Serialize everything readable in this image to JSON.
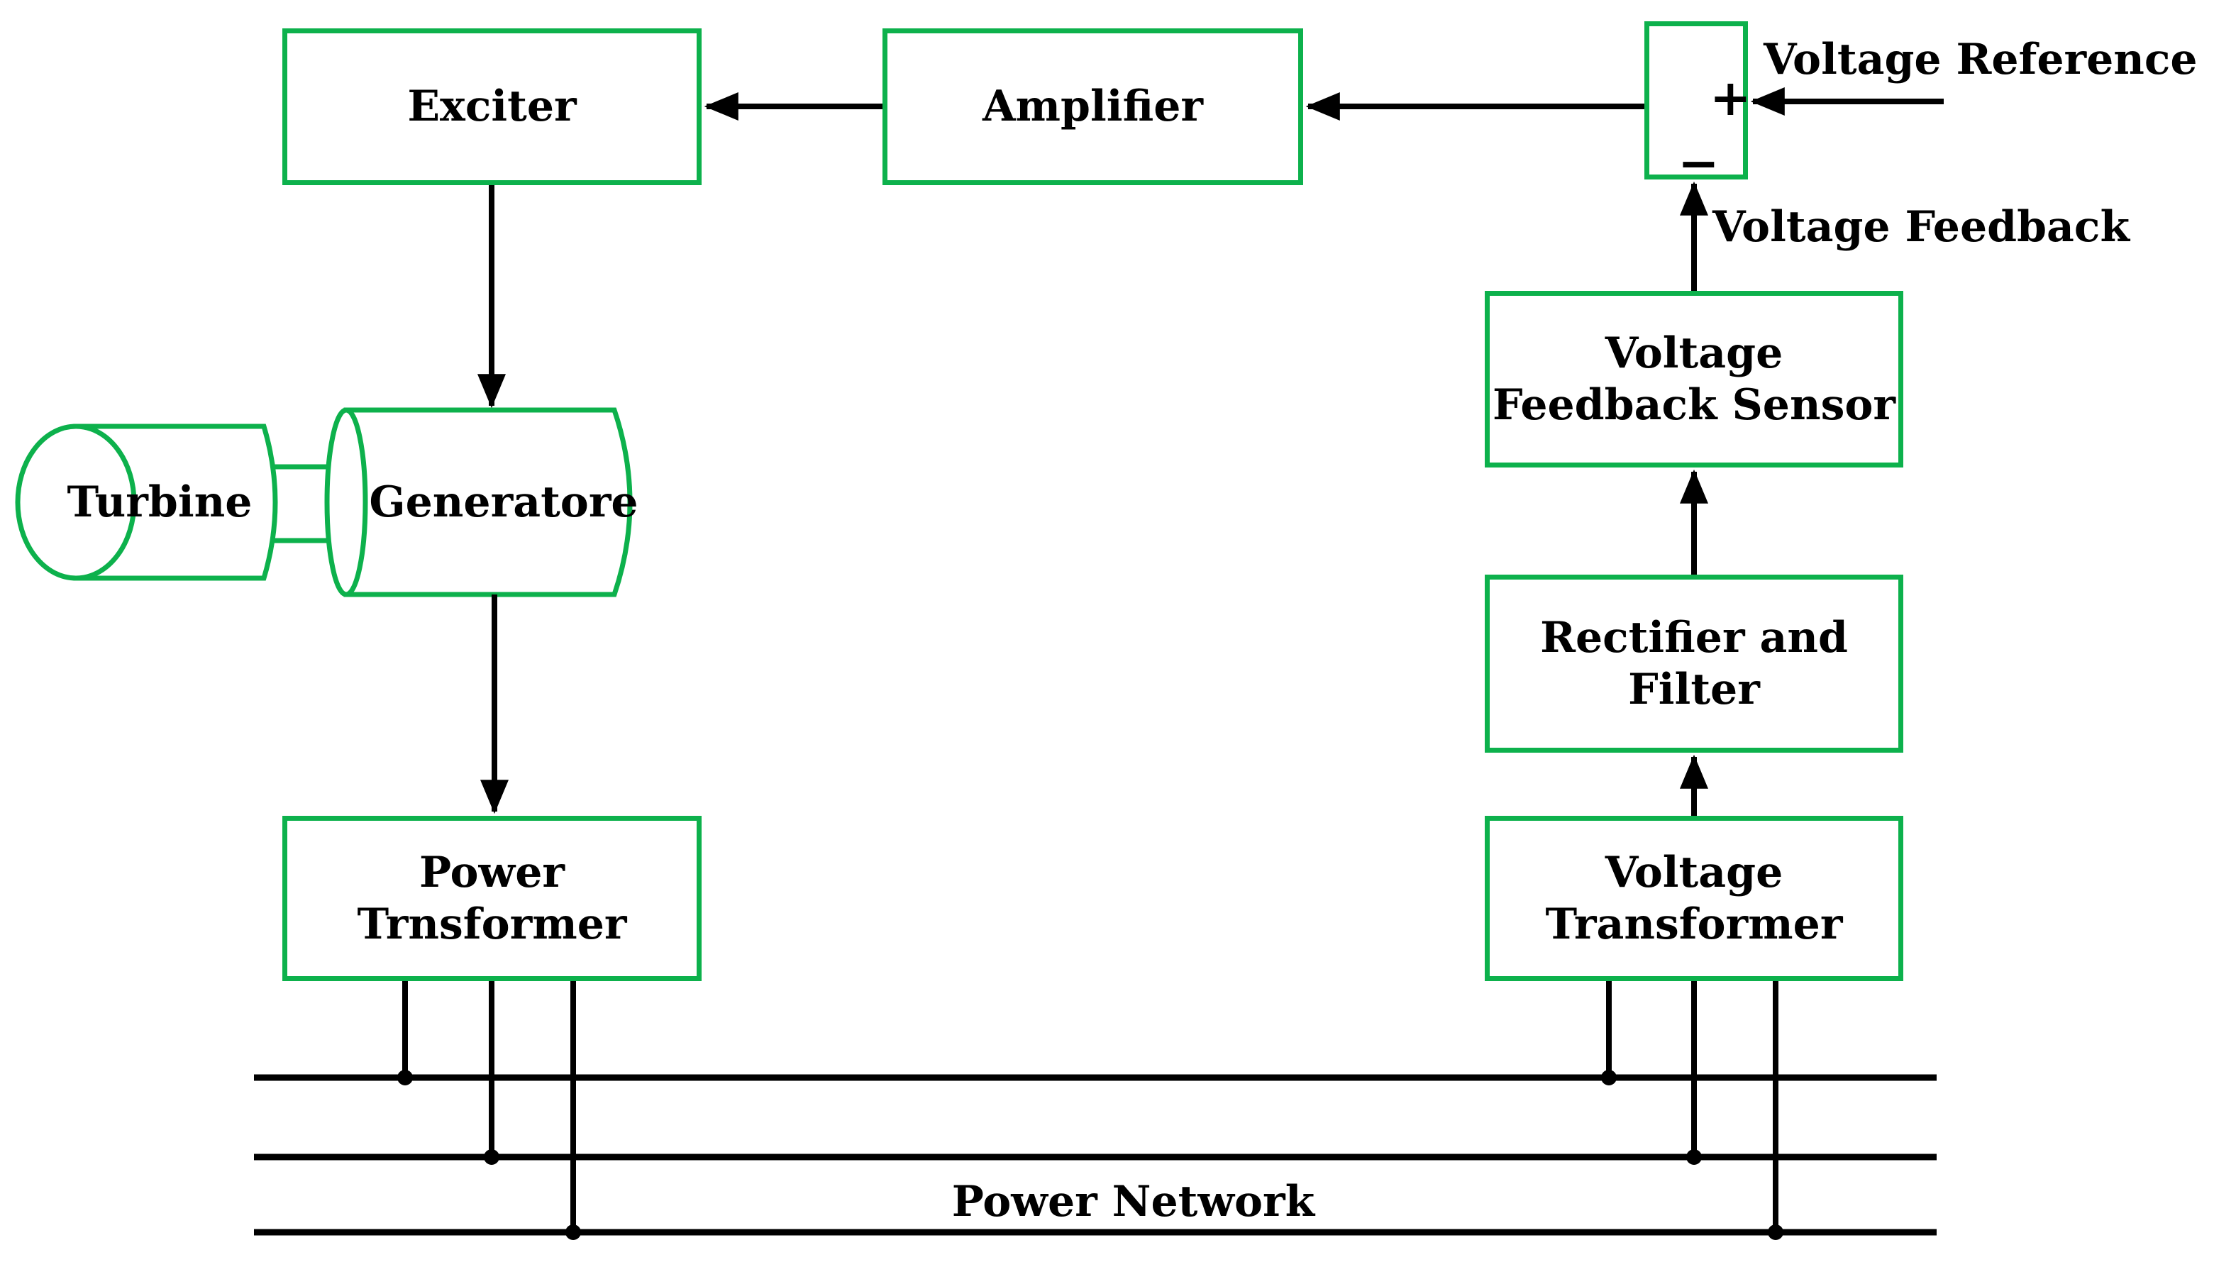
{
  "colors": {
    "box_border": "#0db14c",
    "line": "#000000",
    "text": "#000000",
    "background": "#ffffff"
  },
  "blocks": {
    "exciter": {
      "lines": [
        "Exciter"
      ]
    },
    "amplifier": {
      "lines": [
        "Amplifier"
      ]
    },
    "summing_junction": {
      "plus": "+",
      "minus": "−"
    },
    "voltage_feedback_sensor": {
      "lines": [
        "Voltage",
        "Feedback Sensor"
      ]
    },
    "rectifier_and_filter": {
      "lines": [
        "Rectifier and",
        "Filter"
      ]
    },
    "voltage_transformer": {
      "lines": [
        "Voltage",
        "Transformer"
      ]
    },
    "power_transformer": {
      "lines": [
        "Power",
        "Trnsformer"
      ]
    },
    "turbine": {
      "lines": [
        "Turbine"
      ]
    },
    "generator": {
      "lines": [
        "Generatore"
      ]
    }
  },
  "annotations": {
    "voltage_reference": "Voltage Reference",
    "voltage_feedback": "Voltage Feedback",
    "power_network": "Power Network"
  }
}
